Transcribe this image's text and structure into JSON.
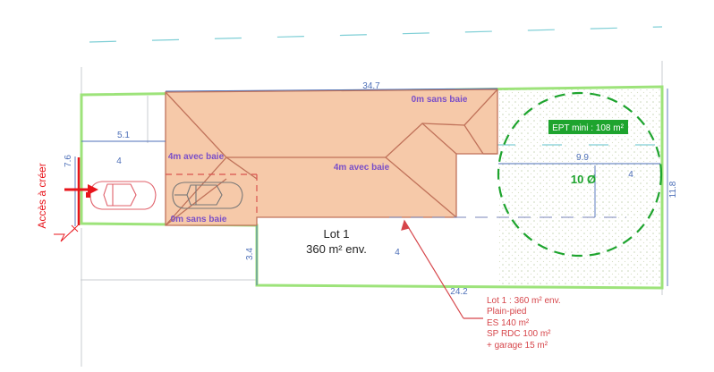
{
  "colors": {
    "lot_green": "#9de37a",
    "house_fill": "#f6c9a9",
    "house_stroke": "#c0725a",
    "dim_blue": "#4d6fb8",
    "label_purple": "#7a4fc8",
    "ept_green": "#1ea42e",
    "access_red": "#e8141b",
    "note_red": "#d6454a",
    "axis_cyan": "#7fcfd6"
  },
  "dimensions": {
    "top": "34.7",
    "left_width": "5.1",
    "left_height": "7.6",
    "right_width": "9.9",
    "right_height": "11.8",
    "bottom": "24.2",
    "bottom_left_height": "3.4",
    "small_4_a": "4",
    "small_4_b": "4",
    "small_4_c": "4"
  },
  "setbacks": {
    "top_right": "0m sans baie",
    "left_upper": "4m avec baie",
    "middle": "4m avec baie",
    "left_lower": "0m sans baie"
  },
  "lot": {
    "name": "Lot 1",
    "area": "360 m² env."
  },
  "ept": {
    "label": "EPT mini : 108 m²",
    "trees": "10 Ø"
  },
  "access": {
    "label": "Accès à créer"
  },
  "note": {
    "lines": [
      "Lot 1 : 360 m² env.",
      "Plain-pied",
      "ES 140 m²",
      "SP RDC 100 m²",
      "+ garage 15 m²"
    ]
  },
  "icons": [
    "car-icon",
    "car-icon",
    "tree-icon",
    "access-arrow-icon"
  ]
}
